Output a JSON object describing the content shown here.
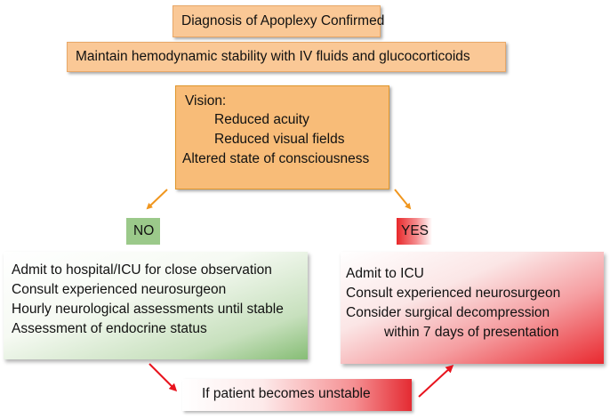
{
  "diagnosis": "Diagnosis of Apoplexy Confirmed",
  "maintain": "Maintain hemodynamic stability with IV fluids and glucocorticoids",
  "criteria": {
    "vision": "Vision:",
    "acuity": "Reduced acuity",
    "fields": "Reduced visual fields",
    "consciousness": "Altered state of consciousness"
  },
  "no_label": "NO",
  "yes_label": "YES",
  "no_plan": [
    "Admit to hospital/ICU for close observation",
    "Consult experienced neurosurgeon",
    "Hourly neurological assessments until stable",
    "Assessment of endocrine status"
  ],
  "yes_plan": [
    "Admit to ICU",
    "Consult experienced neurosurgeon",
    "Consider surgical decompression",
    "within 7 days of presentation"
  ],
  "unstable": "If patient becomes unstable",
  "colors": {
    "box_orange": "#f8bc78",
    "box_peach": "#fac896",
    "no_green": "#9bc98a",
    "yes_red": "#e8282a",
    "arrow_orange": "#f0961e",
    "arrow_red": "#e8141e"
  }
}
